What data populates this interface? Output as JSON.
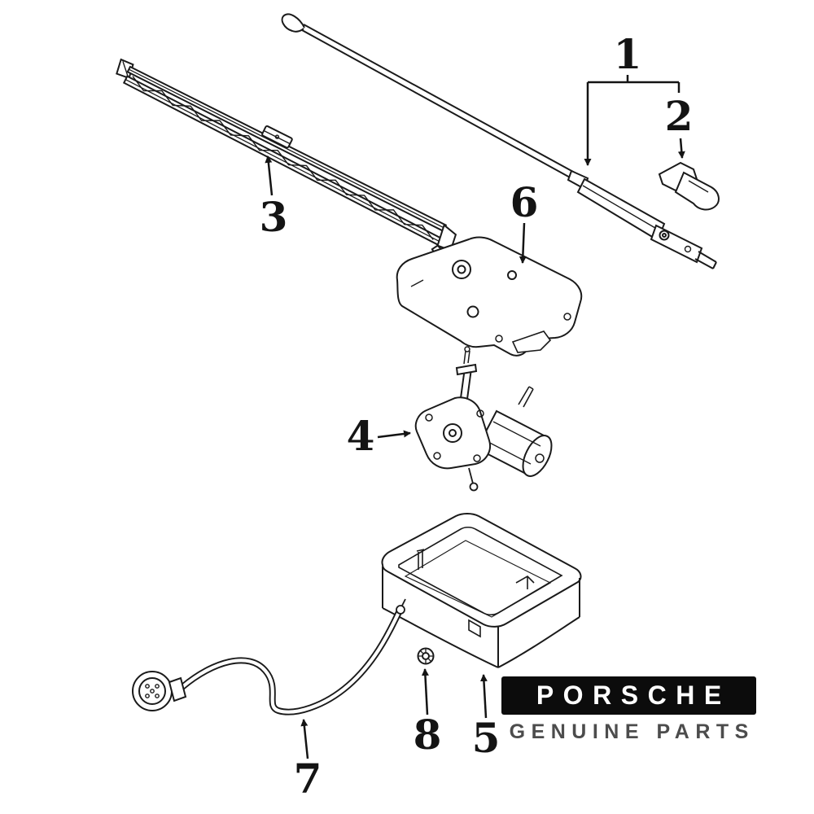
{
  "title": "Porsche rear wiper components exploded parts diagram",
  "callouts": [
    {
      "id": "1",
      "part": "wiper-arm"
    },
    {
      "id": "2",
      "part": "wiper-arm-cap"
    },
    {
      "id": "3",
      "part": "wiper-blade"
    },
    {
      "id": "4",
      "part": "wiper-motor"
    },
    {
      "id": "5",
      "part": "mounting-tray"
    },
    {
      "id": "6",
      "part": "motor-mounting-plate"
    },
    {
      "id": "7",
      "part": "wiring-harness"
    },
    {
      "id": "8",
      "part": "grommet"
    }
  ],
  "brand": {
    "name": "PORSCHE",
    "tagline": "GENUINE PARTS"
  },
  "colors": {
    "line": "#1a1a1a",
    "brand_bar": "#0c0c0c",
    "tagline_gray": "#4c4c4c"
  }
}
